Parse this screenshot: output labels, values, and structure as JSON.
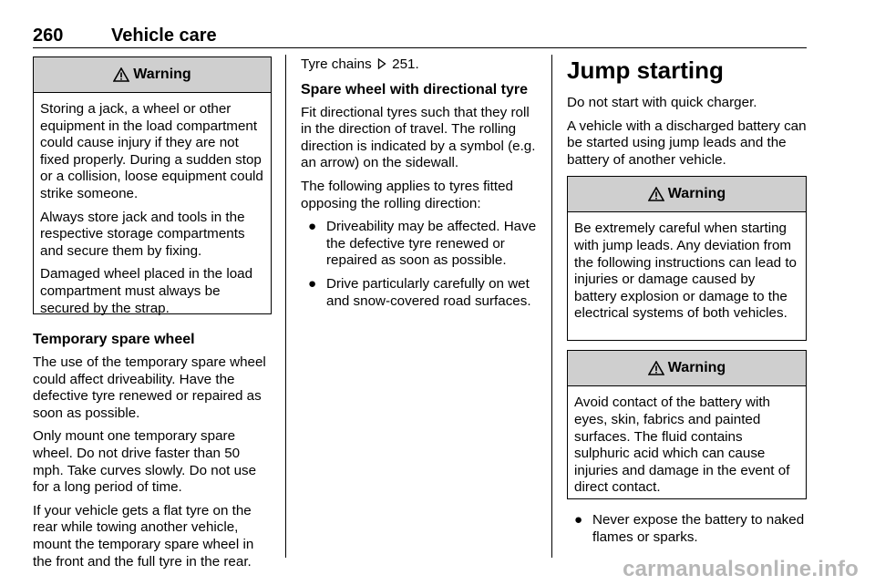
{
  "header": {
    "page_number": "260",
    "section_title": "Vehicle care"
  },
  "warning_label": "Warning",
  "col1": {
    "warning_paragraphs": [
      "Storing a jack, a wheel or other equipment in the load compartment could cause injury if they are not fixed properly. During a sudden stop or a collision, loose equipment could strike someone.",
      "Always store jack and tools in the respective storage compartments and secure them by fixing.",
      "Damaged wheel placed in the load compartment must always be secured by the strap."
    ],
    "heading": "Temporary spare wheel",
    "paragraphs": [
      "The use of the temporary spare wheel could affect driveability. Have the defective tyre renewed or repaired as soon as possible.",
      "Only mount one temporary spare wheel. Do not drive faster than 50 mph. Take curves slowly. Do not use for a long period of time.",
      "If your vehicle gets a flat tyre on the rear while towing another vehicle, mount the temporary spare wheel in the front and the full tyre in the rear."
    ]
  },
  "col2": {
    "ref_text": "Tyre chains",
    "ref_page": "251.",
    "heading": "Spare wheel with directional tyre",
    "paragraphs": [
      "Fit directional tyres such that they roll in the direction of travel. The rolling direction is indicated by a symbol (e.g. an arrow) on the sidewall.",
      "The following applies to tyres fitted opposing the rolling direction:"
    ],
    "bullets": [
      "Driveability may be affected. Have the defective tyre renewed or repaired as soon as possible.",
      "Drive particularly carefully on wet and snow-covered road surfaces."
    ]
  },
  "col3": {
    "heading": "Jump starting",
    "paragraphs": [
      "Do not start with quick charger.",
      "A vehicle with a discharged battery can be started using jump leads and the battery of another vehicle."
    ],
    "warning1": "Be extremely careful when starting with jump leads. Any deviation from the following instructions can lead to injuries or damage caused by battery explosion or damage to the electrical systems of both vehicles.",
    "warning2": "Avoid contact of the battery with eyes, skin, fabrics and painted surfaces. The fluid contains sulphuric acid which can cause injuries and damage in the event of direct contact.",
    "bullets": [
      "Never expose the battery to naked flames or sparks."
    ]
  },
  "watermark": "carmanualsonline.info"
}
